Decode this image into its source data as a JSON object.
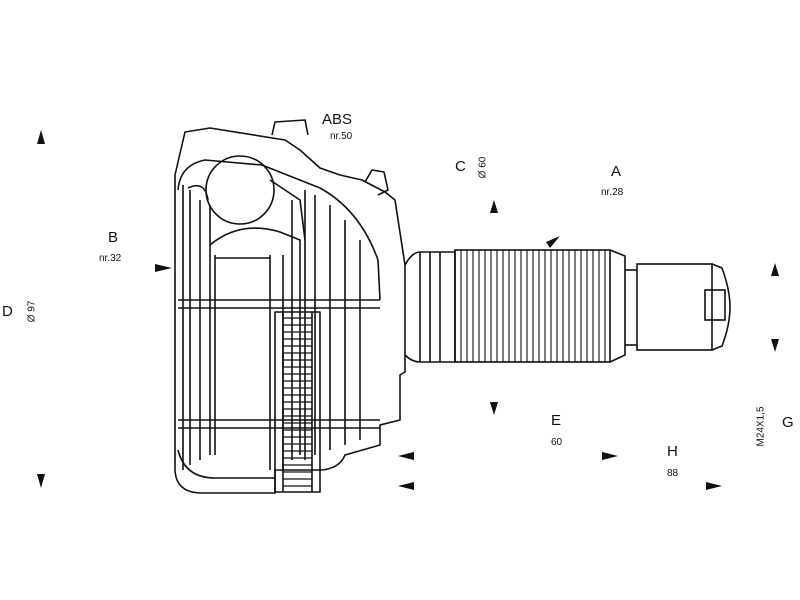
{
  "labels": {
    "abs": "ABS",
    "abs_nr": "nr.50",
    "a": "A",
    "a_nr": "nr.28",
    "b": "B",
    "b_nr": "nr.32",
    "c": "C",
    "c_dim": "Ø 60",
    "d": "D",
    "d_dim": "Ø 97",
    "e": "E",
    "e_dim": "60",
    "g": "G",
    "g_dim": "M24X1,5",
    "h": "H",
    "h_dim": "88"
  }
}
